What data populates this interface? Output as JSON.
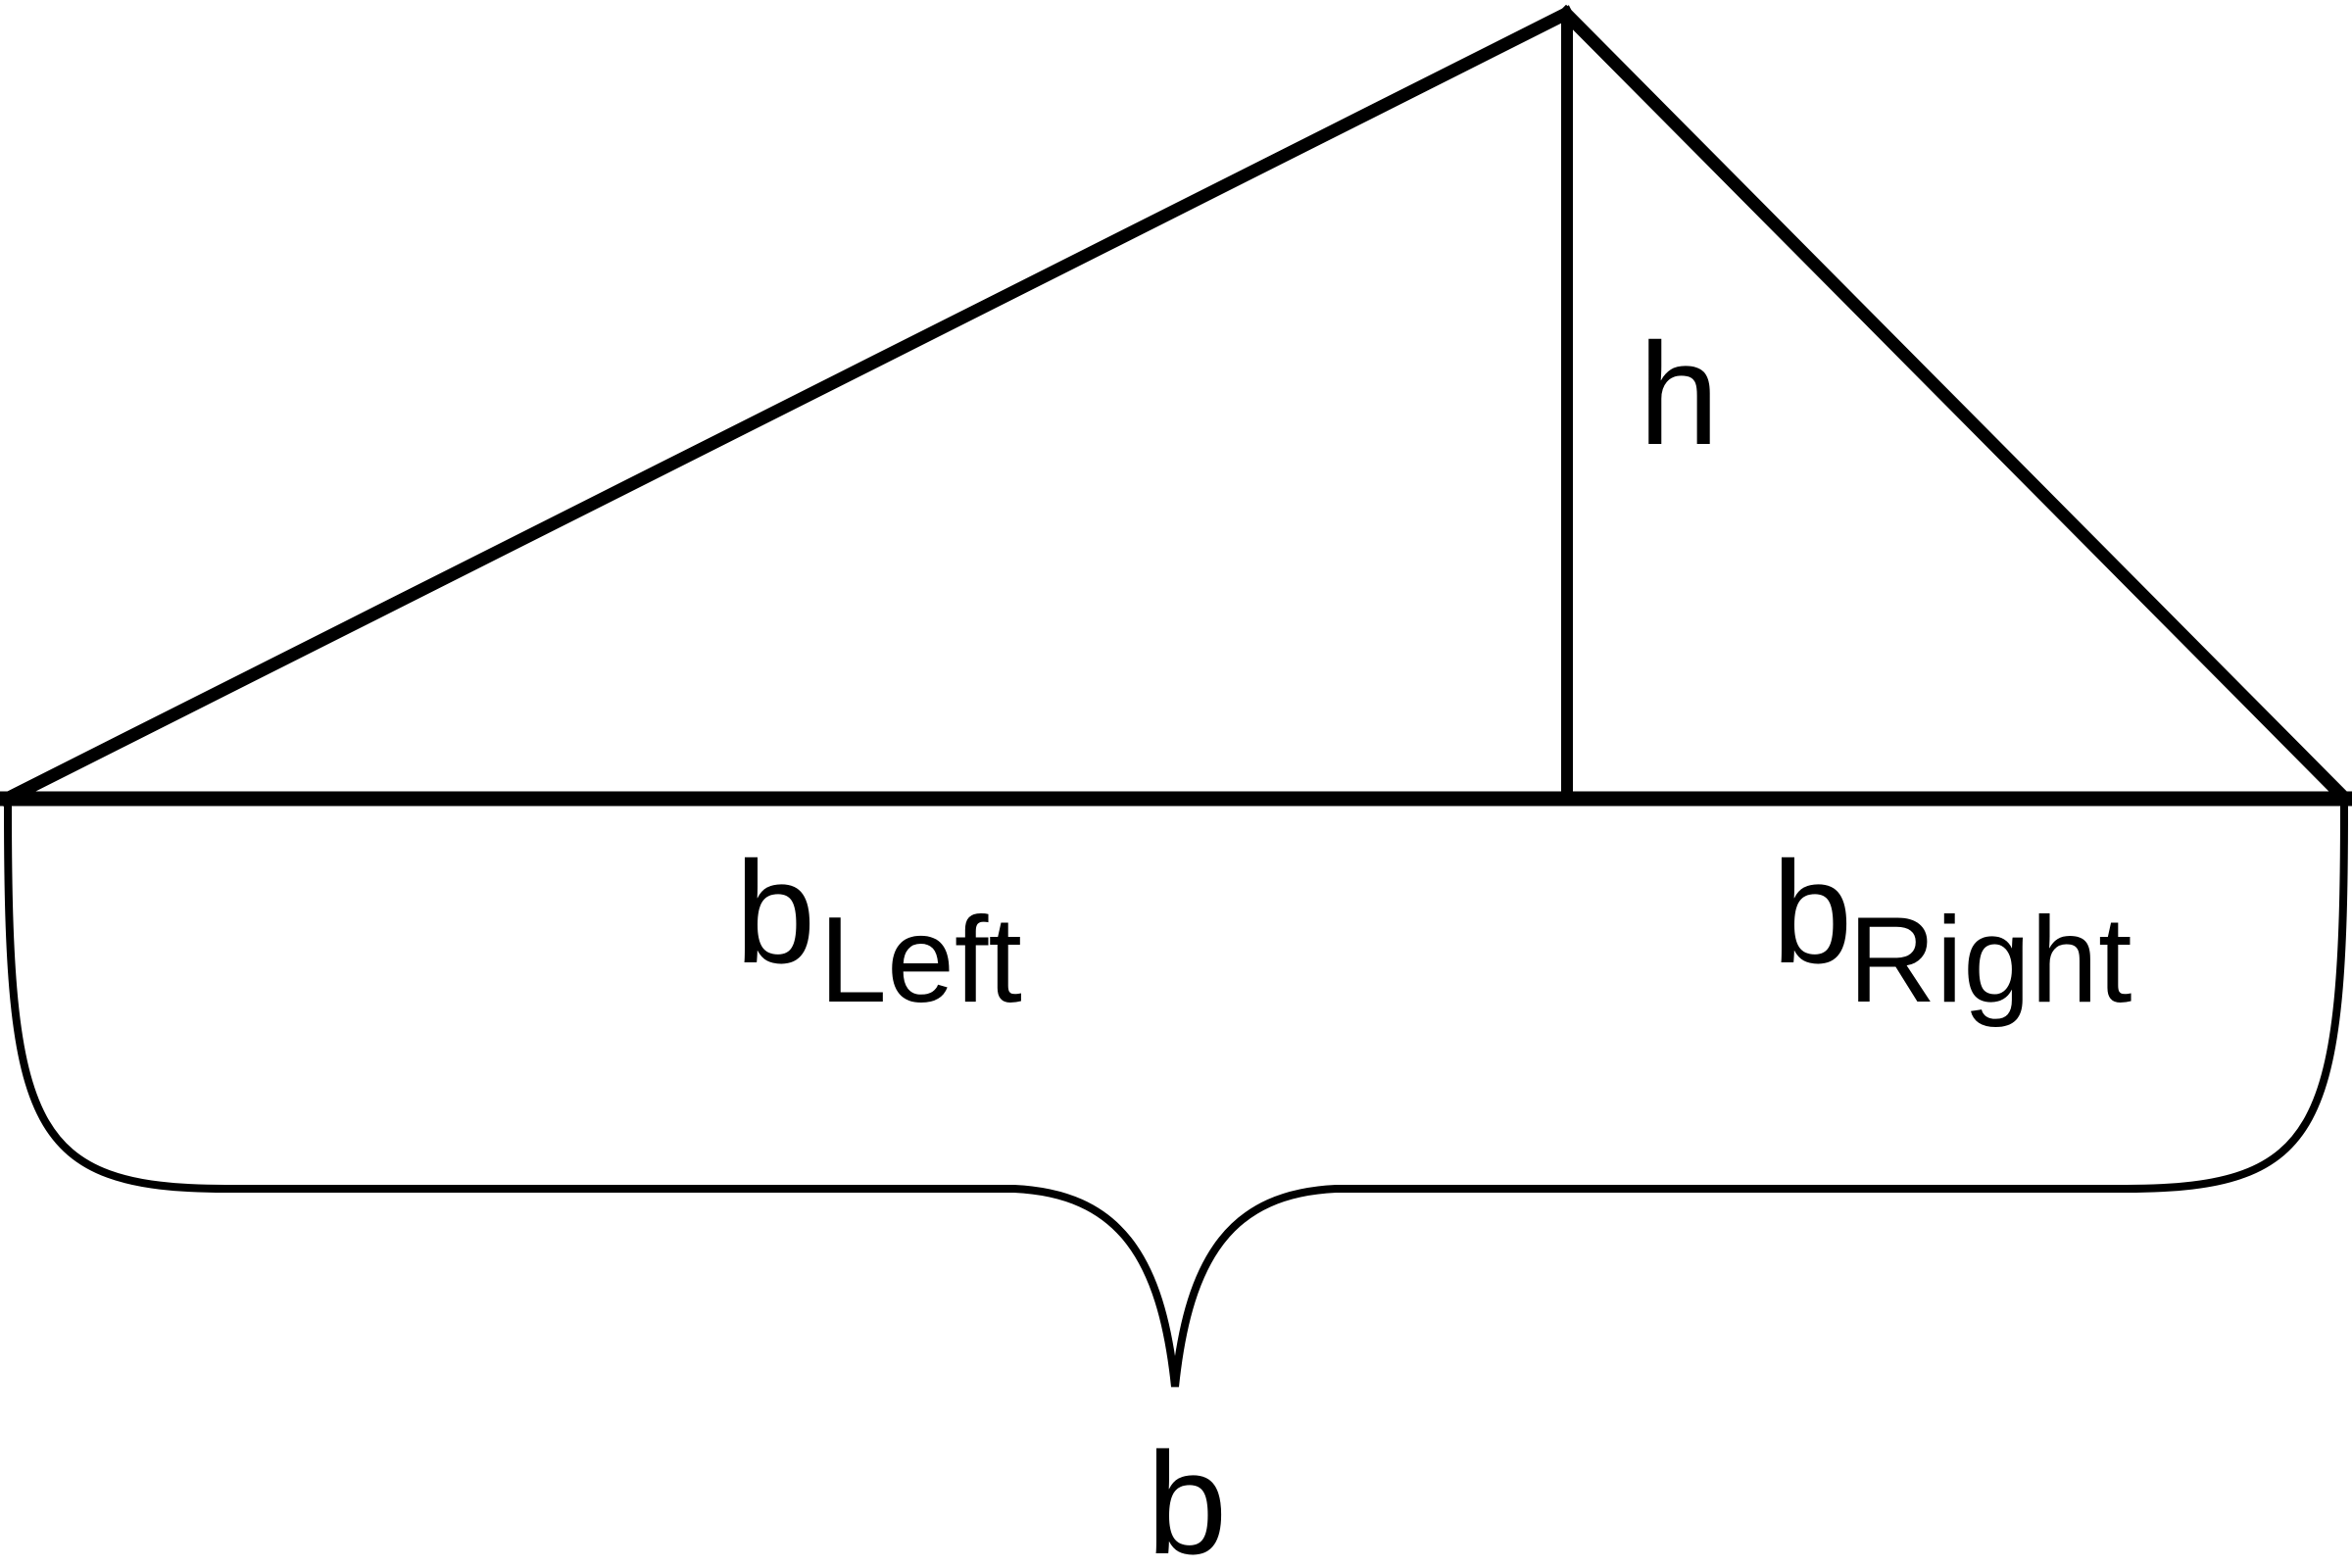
{
  "figure": {
    "kind": "triangle-with-altitude-diagram",
    "stroke_color": "#000000",
    "background_color": "#ffffff"
  },
  "labels": {
    "height": "h",
    "base_left": {
      "symbol": "b",
      "subscript": "Left"
    },
    "base_right": {
      "symbol": "b",
      "subscript": "Right"
    },
    "base_total": "b"
  }
}
